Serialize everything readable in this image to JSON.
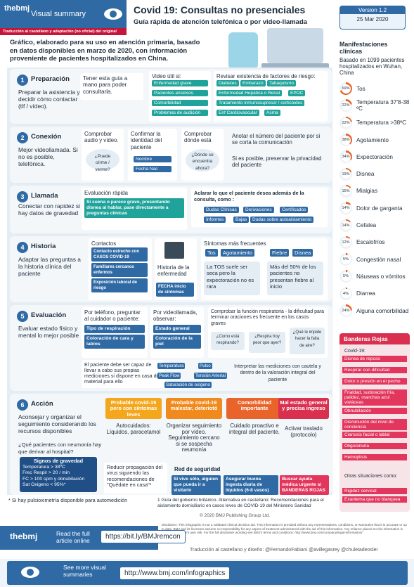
{
  "header": {
    "brand": "thebmj",
    "visual": "Visual summary",
    "translation": "Traducción al castellano y adaptación (no oficial) del original",
    "title": "Covid 19: Consultas no presenciales",
    "subtitle": "Guía rápida de atención telefónica o por video-llamada",
    "version": "Version 1.2",
    "date": "25 Mar 2020",
    "intro": "Gráfico, elaborado para su uso en atención primaria, basado en datos disponibles en marzo de 2020, con información proveniente de pacientes hospitalizados en China."
  },
  "manifestaciones": {
    "title": "Manifestaciones clínicas",
    "basis": "Basado en 1099 pacientes hospitalizados en Wuhan, China",
    "items": [
      {
        "pct": "69%",
        "label": "Tos",
        "value": 69
      },
      {
        "pct": "22%",
        "label": "Temperatura 37'8-38 ºC",
        "value": 22
      },
      {
        "pct": "22%",
        "label": "Temperatura >38ºC",
        "value": 22
      },
      {
        "pct": "38%",
        "label": "Agotamiento",
        "value": 38
      },
      {
        "pct": "34%",
        "label": "Expectoración",
        "value": 34
      },
      {
        "pct": "19%",
        "label": "Disnea",
        "value": 19
      },
      {
        "pct": "15%",
        "label": "Mialgias",
        "value": 15
      },
      {
        "pct": "14%",
        "label": "Dolor de garganta",
        "value": 14
      },
      {
        "pct": "14%",
        "label": "Cefalea",
        "value": 14
      },
      {
        "pct": "12%",
        "label": "Escalofríos",
        "value": 12
      },
      {
        "pct": "5%",
        "label": "Congestión nasal",
        "value": 5
      },
      {
        "pct": "5%",
        "label": "Náuseas o vómitos",
        "value": 5
      },
      {
        "pct": "4%",
        "label": "Diarrea",
        "value": 4
      },
      {
        "pct": "24%",
        "label": "Alguna comorbilidad",
        "value": 24
      }
    ]
  },
  "s1": {
    "num": "1",
    "title": "Preparación",
    "desc": "Preparar la asistencia y decidir cómo contactar (tlf / vídeo).",
    "guia": "Tener esta guía a mano para poder consultarla.",
    "video_head": "Video útil si:",
    "video_tags": [
      "Enfermedad grave",
      "Pacientes ansiosos",
      "Comorbilidad",
      "Problemas de audición"
    ],
    "risk_head": "Revisar existencia de factores de riesgo:",
    "risk_tags": [
      "Diabetes",
      "Embarazo",
      "Tabaquismo",
      "Enfermedad Hepática o Renal",
      "EPOC",
      "Tratamiento inmunosupresor / corticoides",
      "Enf Cardiovascular",
      "Asma"
    ]
  },
  "s2": {
    "num": "2",
    "title": "Conexión",
    "desc": "Mejor videollamada. Si no es posible, telefónica.",
    "b1": "Comprobar audio y vídeo.",
    "b1q": "¿Puede oírme / verme?",
    "b2": "Confirmar la identidad del paciente",
    "b2t1": "Nombre",
    "b2t2": "Fecha Nac",
    "b3": "Comprobar dónde está",
    "b3q": "¿Dónde se encuentra ahora?",
    "b4": "Anotar el número del paciente por si se corta la comunicación",
    "b5": "Si es posible, preservar la privacidad del paciente"
  },
  "s3": {
    "num": "3",
    "title": "Llamada",
    "desc": "Conectar con rapidez si hay datos de gravedad",
    "eval": "Evaluación rápida",
    "evalt": "Si suena o parece grave, presentando disnea al hablar, pase directamente a preguntas clínicas",
    "adl": "Aclarar lo que el paciente desea además de la consulta, como :",
    "tags": [
      "Dudas Clínicas",
      "Derivaciones",
      "Certificados",
      "Informes",
      "Bajas",
      "Dudas sobre autoaislamiento"
    ]
  },
  "s4": {
    "num": "4",
    "title": "Historia",
    "desc": "Adaptar las preguntas a la historia clínica del paciente",
    "cont": "Contactos",
    "ctags": [
      "Contacto estrecho con CASOS COVID-19",
      "Familiares cercanos enfermos",
      "Exposición laboral de riesgo"
    ],
    "hist": "Historia de la enfermedad",
    "fecha": "FECHA inicio de síntomas",
    "sint": "Síntomas más frecuentes",
    "stags": [
      "Tos",
      "Agotamiento",
      "Fiebre",
      "Disnea"
    ],
    "tos": "La TOS suele ser seca pero la expectoración no es rara",
    "fiebre": "Más del 50% de los pacientes no presentan fiebre al inicio"
  },
  "s5": {
    "num": "5",
    "title": "Evaluación",
    "desc": "Evaluar estado físico y mental lo mejor posible",
    "tel": "Por teléfono, preguntar al cuidador o paciente:",
    "tel1": "Tipo de respiración",
    "tel2": "Coloración de cara y labios",
    "vid": "Por videollamada, observar:",
    "vid1": "Estado general",
    "vid2": "Coloración de la piel",
    "resp": "Comprobar la función respiratoria - la dificultad para terminar oraciones es frecuente en los casos graves",
    "q1": "¿Como está respirando?",
    "q2": "¿Respira hoy peor que ayer?",
    "q3": "¿Qué le impide hacer la falta de aire?",
    "cap": "El paciente debe ser capaz de llevar a cabo sus propias mediciones si dispone en casa del material para ello",
    "ptags": [
      "Temperatura",
      "Pulso",
      "Peak Flow",
      "Tensión Arterial",
      "Saturación de oxígeno"
    ],
    "interp": "Interpretar las mediciones con cautela y dentro de la valoración integral del paciente"
  },
  "s6": {
    "num": "6",
    "title": "Acción",
    "desc": "Aconsejar y organizar el seguimiento considerando los recursos disponibles",
    "q": "¿Qué pacientes con neumonía hay que derivar al hospital?",
    "sev_head": "Signos de gravedad",
    "sev": [
      "Temperatura > 38ºC",
      "Frec Respir > 20 / min",
      "FC > 100 spm y obnubilación",
      "Sat Oxigeno < 95%*"
    ],
    "a1": "Probable covid-19 pero con síntomas leves",
    "a1b": "Autocuidados: Líquidos, paracetamol",
    "a2": "Probable covid-19 malestar, deteriotó",
    "a2b": "Organizar seguimiento por vídeo. Seguimiento cercano si se sospecha neumonía",
    "a3": "Comorbilidad importante",
    "a3b": "Cuidado proactivo e integral del paciente.",
    "a4": "Mal estado general y precisa ingreso",
    "a4b": "Activar traslado (protocolo)",
    "reduce": "Reducir propagación del virus siguiendo las recomendaciones de \"Quédate en casa\"¹",
    "red": "Red de seguridad",
    "r1": "Si vive sólo, alguien que pueda ir a visitarlo",
    "r2": "Asegurar buena ingesta diaria de líquidos (6-8 vasos)",
    "r3": "Buscar ayuda médica urgente si BANDERAS ROJAS"
  },
  "banderas": {
    "title": "Banderas Rojas",
    "covid": "Covid-19:",
    "items": [
      "Disnea de reposo",
      "Respirar con dificultad",
      "Dolor o presión en el pecho",
      "Frialdad, sudoración fría, palidez, manchas azul violáceas",
      "Obnubilación",
      "Disminución del nivel de conciencia",
      "Cianosis facial o labial",
      "Oligo/anuria",
      "Hemoptisis"
    ],
    "otras": "Otras situaciones como:",
    "otras_items": [
      "Rigidez cervical",
      "Exantema que no blanquea"
    ]
  },
  "notes": {
    "auto": "* Si hay pulsioximetría disponible para automedición",
    "foot": "1 Guía del gobierno británico. Alternativa en castellano: Recomendaciones para el aislamiento domiciliario en casos leves de COVID-19 del Ministerio Sanidad",
    "copy": "© 2020 BMJ Publishing Group Ltd.",
    "disclaimer": "Disclaimer: This infographic is not a validated clinical decision aid. This information is provided without any representations, conditions, or warranties that it is accurate or up to date. BMJ and its licensors assume no responsibility for any aspect of treatment administered with the aid of this information. Any reliance placed on this information is strictly at the user's own risk. For the full disclaimer wording see BMJ's terms and conditions: http://www.bmj.com/company/legal-information/",
    "credit": "Traducción al castellano y diseño: @FernandoFabiani @avillegasrey @chuletadeosler"
  },
  "footer": {
    "brand": "thebmj",
    "read": "Read the full article online",
    "url1": "https://bit.ly/BMJremcon",
    "see": "See more visual summaries",
    "url2": "http://www.bmj.com/infographics"
  }
}
